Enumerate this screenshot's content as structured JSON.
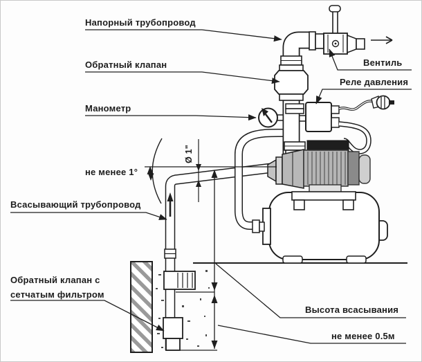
{
  "diagram": {
    "labels": {
      "pressure_pipe": "Напорный трубопровод",
      "check_valve": "Обратный клапан",
      "gauge": "Манометр",
      "min_slope": "не менее 1°",
      "suction_pipe": "Всасывающий трубопровод",
      "foot_valve": "Обратный клапан с сетчатым фильтром",
      "outlet_valve": "Вентиль",
      "pressure_switch": "Реле давления",
      "suction_height": "Высота всасывания",
      "min_depth": "не менее 0.5м",
      "pipe_diameter": "Ø 1\""
    },
    "colors": {
      "line": "#1f1f1f",
      "motor_gray": "#b5b5b5",
      "terminal_dark": "#1e1e1e",
      "hatch_gray": "#9a9a9a"
    }
  }
}
